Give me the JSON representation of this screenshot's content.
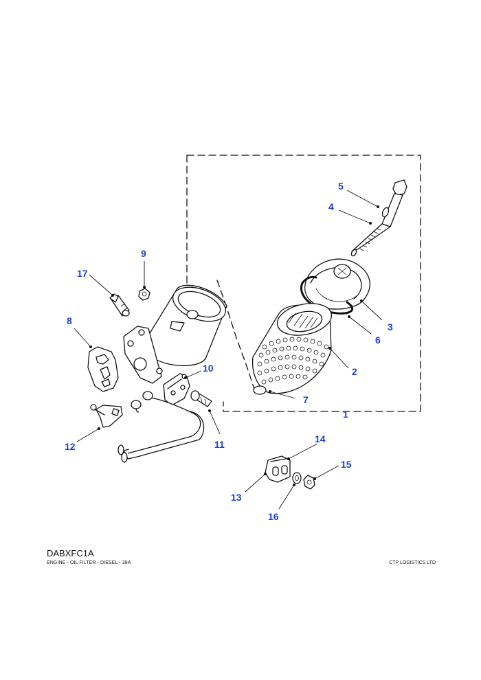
{
  "diagram": {
    "callouts": [
      {
        "id": "1",
        "label": "1"
      },
      {
        "id": "2",
        "label": "2"
      },
      {
        "id": "3",
        "label": "3"
      },
      {
        "id": "4",
        "label": "4"
      },
      {
        "id": "5",
        "label": "5"
      },
      {
        "id": "6",
        "label": "6"
      },
      {
        "id": "7",
        "label": "7"
      },
      {
        "id": "8",
        "label": "8"
      },
      {
        "id": "9",
        "label": "9"
      },
      {
        "id": "10",
        "label": "10"
      },
      {
        "id": "11",
        "label": "11"
      },
      {
        "id": "12",
        "label": "12"
      },
      {
        "id": "13",
        "label": "13"
      },
      {
        "id": "14",
        "label": "14"
      },
      {
        "id": "15",
        "label": "15"
      },
      {
        "id": "16",
        "label": "16"
      },
      {
        "id": "17",
        "label": "17"
      }
    ],
    "callout_color": "#1a3fd6",
    "line_color": "#111111"
  },
  "footer": {
    "code": "DABXFC1A",
    "caption": "ENGINE - OIL FILTER - DIESEL - 38A",
    "publisher": "CTP LOGISTICS LTD"
  }
}
